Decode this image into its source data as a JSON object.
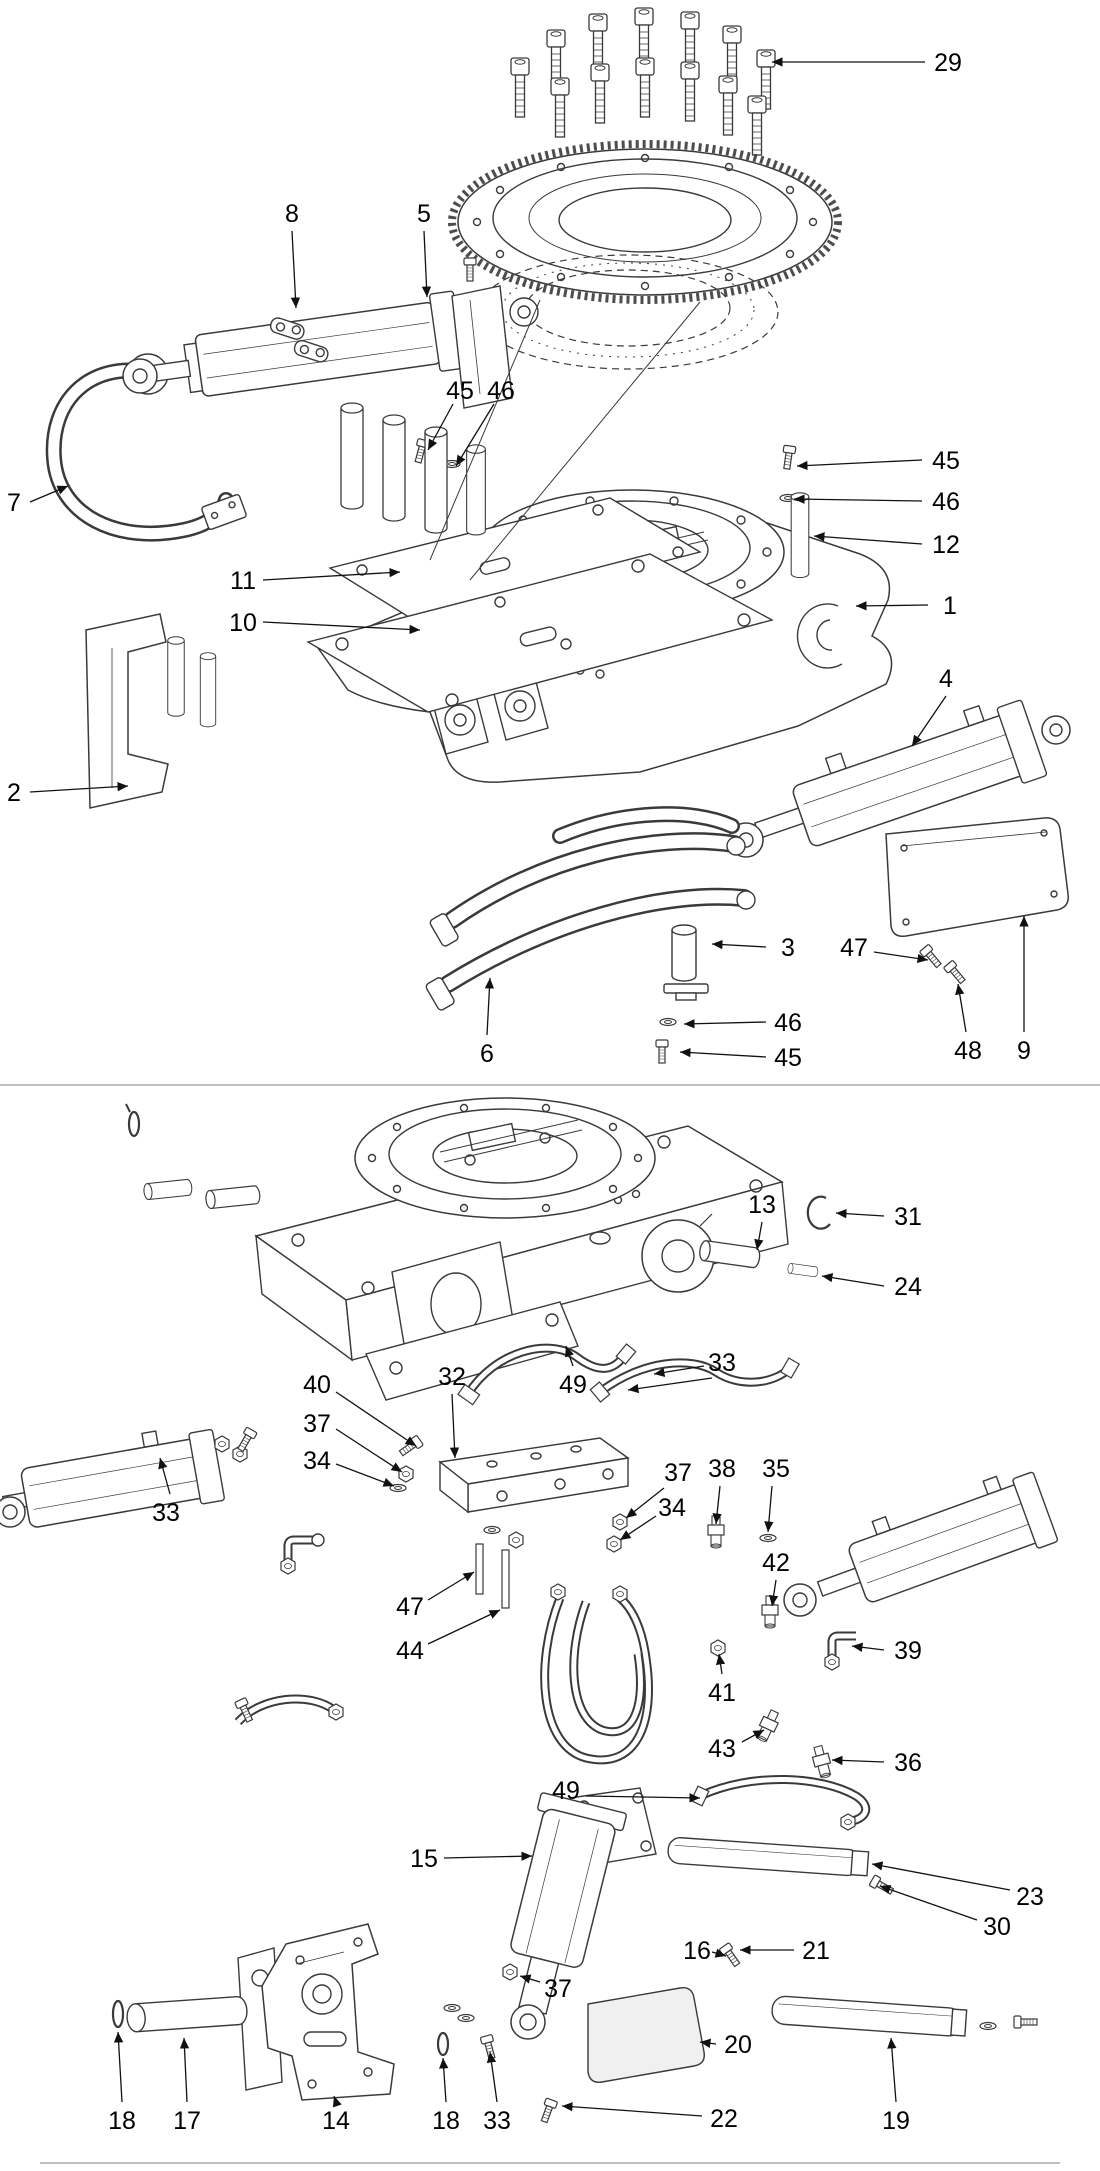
{
  "diagram": {
    "type": "exploded-parts-diagram",
    "sections": [
      "upper-assembly-view",
      "lower-assembly-view"
    ]
  },
  "style": {
    "background": "#ffffff",
    "callout_color": "#111111",
    "art_color": "#3a3a3a",
    "divider_color": "#c0c0c0",
    "label_font_size": 25
  },
  "callouts": [
    {
      "label": "29",
      "text": [
        948,
        62
      ],
      "line": [
        925,
        62,
        772,
        62
      ]
    },
    {
      "label": "8",
      "text": [
        292,
        213
      ],
      "line": [
        292,
        231,
        296,
        308
      ]
    },
    {
      "label": "5",
      "text": [
        424,
        213
      ],
      "line": [
        424,
        231,
        427,
        297
      ]
    },
    {
      "label": "45",
      "text": [
        460,
        390
      ],
      "line": [
        453,
        404,
        428,
        450
      ]
    },
    {
      "label": "46",
      "text": [
        501,
        390
      ],
      "line": [
        494,
        404,
        456,
        466
      ]
    },
    {
      "label": "7",
      "text": [
        14,
        502
      ],
      "line": [
        30,
        502,
        68,
        486
      ]
    },
    {
      "label": "45",
      "text": [
        946,
        460
      ],
      "line": [
        922,
        460,
        797,
        466
      ]
    },
    {
      "label": "46",
      "text": [
        946,
        501
      ],
      "line": [
        922,
        501,
        794,
        499
      ]
    },
    {
      "label": "12",
      "text": [
        946,
        544
      ],
      "line": [
        922,
        544,
        814,
        536
      ]
    },
    {
      "label": "1",
      "text": [
        950,
        605
      ],
      "line": [
        928,
        605,
        856,
        606
      ]
    },
    {
      "label": "11",
      "text": [
        243,
        580
      ],
      "line": [
        263,
        580,
        400,
        572
      ]
    },
    {
      "label": "10",
      "text": [
        243,
        622
      ],
      "line": [
        263,
        622,
        420,
        630
      ]
    },
    {
      "label": "2",
      "text": [
        14,
        792
      ],
      "line": [
        30,
        792,
        128,
        786
      ]
    },
    {
      "label": "4",
      "text": [
        946,
        678
      ],
      "line": [
        946,
        696,
        912,
        746
      ]
    },
    {
      "label": "3",
      "text": [
        788,
        947
      ],
      "line": [
        766,
        947,
        712,
        944
      ]
    },
    {
      "label": "47",
      "text": [
        854,
        947
      ],
      "line": [
        874,
        952,
        928,
        960
      ]
    },
    {
      "label": "46",
      "text": [
        788,
        1022
      ],
      "line": [
        766,
        1022,
        684,
        1024
      ]
    },
    {
      "label": "45",
      "text": [
        788,
        1057
      ],
      "line": [
        766,
        1057,
        680,
        1052
      ]
    },
    {
      "label": "6",
      "text": [
        487,
        1053
      ],
      "line": [
        487,
        1035,
        490,
        978
      ]
    },
    {
      "label": "48",
      "text": [
        968,
        1050
      ],
      "line": [
        966,
        1032,
        958,
        984
      ]
    },
    {
      "label": "9",
      "text": [
        1024,
        1050
      ],
      "line": [
        1024,
        1032,
        1024,
        916
      ]
    },
    {
      "label": "13",
      "text": [
        762,
        1204
      ],
      "line": [
        762,
        1222,
        757,
        1250
      ]
    },
    {
      "label": "31",
      "text": [
        908,
        1216
      ],
      "line": [
        884,
        1216,
        836,
        1213
      ]
    },
    {
      "label": "24",
      "text": [
        908,
        1286
      ],
      "line": [
        884,
        1286,
        822,
        1276
      ]
    },
    {
      "label": "40",
      "text": [
        317,
        1384
      ],
      "line": [
        336,
        1392,
        416,
        1446
      ]
    },
    {
      "label": "37",
      "text": [
        317,
        1423
      ],
      "line": [
        336,
        1429,
        402,
        1472
      ]
    },
    {
      "label": "34",
      "text": [
        317,
        1460
      ],
      "line": [
        336,
        1464,
        394,
        1486
      ]
    },
    {
      "label": "32",
      "text": [
        452,
        1376
      ],
      "line": [
        452,
        1394,
        455,
        1458
      ]
    },
    {
      "label": "49",
      "text": [
        573,
        1384
      ],
      "line": [
        573,
        1366,
        566,
        1346
      ]
    },
    {
      "label": "33",
      "text": [
        722,
        1362
      ],
      "line": [
        704,
        1366,
        654,
        1374
      ],
      "line2": [
        712,
        1378,
        628,
        1390
      ]
    },
    {
      "label": "33",
      "text": [
        166,
        1512
      ],
      "line": [
        170,
        1494,
        160,
        1458
      ]
    },
    {
      "label": "37",
      "text": [
        678,
        1472
      ],
      "line": [
        664,
        1488,
        626,
        1518
      ]
    },
    {
      "label": "38",
      "text": [
        722,
        1468
      ],
      "line": [
        720,
        1486,
        716,
        1524
      ]
    },
    {
      "label": "35",
      "text": [
        776,
        1468
      ],
      "line": [
        772,
        1486,
        768,
        1532
      ]
    },
    {
      "label": "34",
      "text": [
        672,
        1507
      ],
      "line": [
        656,
        1516,
        620,
        1540
      ]
    },
    {
      "label": "42",
      "text": [
        776,
        1562
      ],
      "line": [
        776,
        1580,
        772,
        1606
      ]
    },
    {
      "label": "39",
      "text": [
        908,
        1650
      ],
      "line": [
        884,
        1650,
        852,
        1646
      ]
    },
    {
      "label": "41",
      "text": [
        722,
        1692
      ],
      "line": [
        722,
        1674,
        719,
        1654
      ]
    },
    {
      "label": "47",
      "text": [
        410,
        1606
      ],
      "line": [
        428,
        1600,
        474,
        1572
      ]
    },
    {
      "label": "44",
      "text": [
        410,
        1650
      ],
      "line": [
        428,
        1644,
        500,
        1610
      ]
    },
    {
      "label": "43",
      "text": [
        722,
        1748
      ],
      "line": [
        742,
        1742,
        764,
        1730
      ]
    },
    {
      "label": "36",
      "text": [
        908,
        1762
      ],
      "line": [
        884,
        1762,
        832,
        1760
      ]
    },
    {
      "label": "49",
      "text": [
        566,
        1790
      ],
      "line": [
        586,
        1796,
        700,
        1798
      ]
    },
    {
      "label": "15",
      "text": [
        424,
        1858
      ],
      "line": [
        444,
        1858,
        532,
        1856
      ]
    },
    {
      "label": "23",
      "text": [
        1030,
        1896
      ],
      "line": [
        1010,
        1890,
        872,
        1864
      ]
    },
    {
      "label": "30",
      "text": [
        997,
        1926
      ],
      "line": [
        977,
        1920,
        880,
        1886
      ]
    },
    {
      "label": "16",
      "text": [
        697,
        1950
      ],
      "line": [
        712,
        1952,
        726,
        1956
      ]
    },
    {
      "label": "21",
      "text": [
        816,
        1950
      ],
      "line": [
        794,
        1950,
        740,
        1950
      ]
    },
    {
      "label": "37",
      "text": [
        558,
        1988
      ],
      "line": [
        540,
        1982,
        520,
        1976
      ]
    },
    {
      "label": "20",
      "text": [
        738,
        2044
      ],
      "line": [
        716,
        2044,
        700,
        2042
      ]
    },
    {
      "label": "22",
      "text": [
        724,
        2118
      ],
      "line": [
        702,
        2116,
        562,
        2106
      ]
    },
    {
      "label": "18",
      "text": [
        122,
        2120
      ],
      "line": [
        122,
        2102,
        118,
        2032
      ]
    },
    {
      "label": "17",
      "text": [
        187,
        2120
      ],
      "line": [
        187,
        2102,
        184,
        2038
      ]
    },
    {
      "label": "14",
      "text": [
        336,
        2120
      ],
      "line": [
        336,
        2102,
        334,
        2096
      ]
    },
    {
      "label": "18",
      "text": [
        446,
        2120
      ],
      "line": [
        446,
        2102,
        443,
        2058
      ]
    },
    {
      "label": "33",
      "text": [
        497,
        2120
      ],
      "line": [
        497,
        2102,
        490,
        2052
      ]
    },
    {
      "label": "19",
      "text": [
        896,
        2120
      ],
      "line": [
        896,
        2102,
        891,
        2038
      ]
    }
  ]
}
